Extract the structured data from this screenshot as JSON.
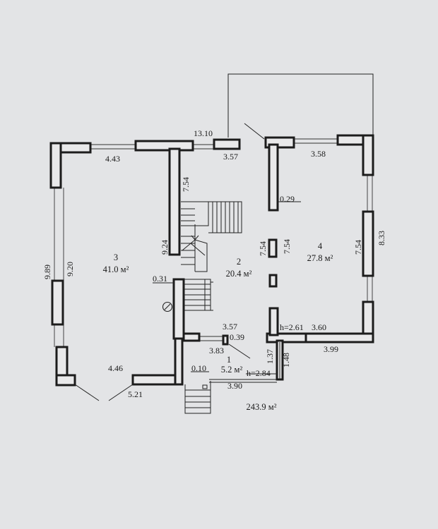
{
  "dimensions": {
    "top_total": "13.10",
    "room3_top": "4.43",
    "room2_top": "3.57",
    "room4_top": "3.58",
    "left_outer": "9.89",
    "left_inner": "9.20",
    "room2_wall_upper": "7.54",
    "room2_wall_lower": "9.24",
    "stub_width": "0.29",
    "pier_a": "7.54",
    "pier_b": "7.54",
    "room4_right_inner": "7.54",
    "right_outer": "8.33",
    "step_left": "0.31",
    "room2_bottom": "3.57",
    "small_a": "0.39",
    "height_a": "h=2.61",
    "room4_bottom_inner": "3.60",
    "room4_bottom_outer": "3.99",
    "room1_top": "3.83",
    "vert_a": "1.37",
    "vert_b": "1.48",
    "height_b": "h=2.84",
    "room3_bottom": "4.46",
    "room3_bottom_outer": "5.21",
    "entry_small": "0.10",
    "room1_bottom": "3.90"
  },
  "rooms": [
    {
      "id": "room-3",
      "number": "3",
      "area": "41.0 м²"
    },
    {
      "id": "room-2",
      "number": "2",
      "area": "20.4 м²"
    },
    {
      "id": "room-4",
      "number": "4",
      "area": "27.8 м²"
    },
    {
      "id": "room-1",
      "number": "1",
      "area": "5.2 м²"
    }
  ],
  "total_area": "243.9 м²",
  "colors": {
    "paper": "#e3e4e6",
    "wall_fill": "#e9e9ea",
    "ink": "#1c1c1c"
  },
  "icons": [
    "chimney-icon"
  ]
}
